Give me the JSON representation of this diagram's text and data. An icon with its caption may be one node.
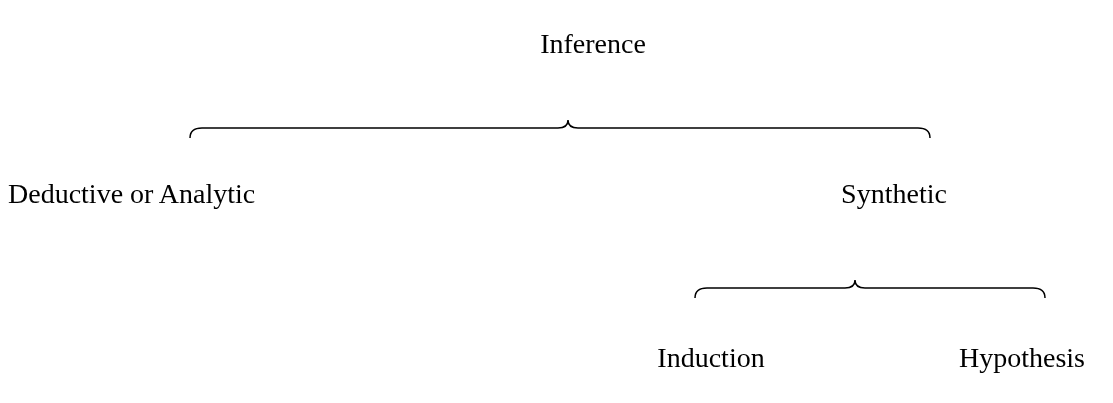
{
  "diagram": {
    "labels": [
      "Inference",
      "Deductive or Analytic",
      "Synthetic",
      "Induction",
      "Hypothesis"
    ]
  }
}
